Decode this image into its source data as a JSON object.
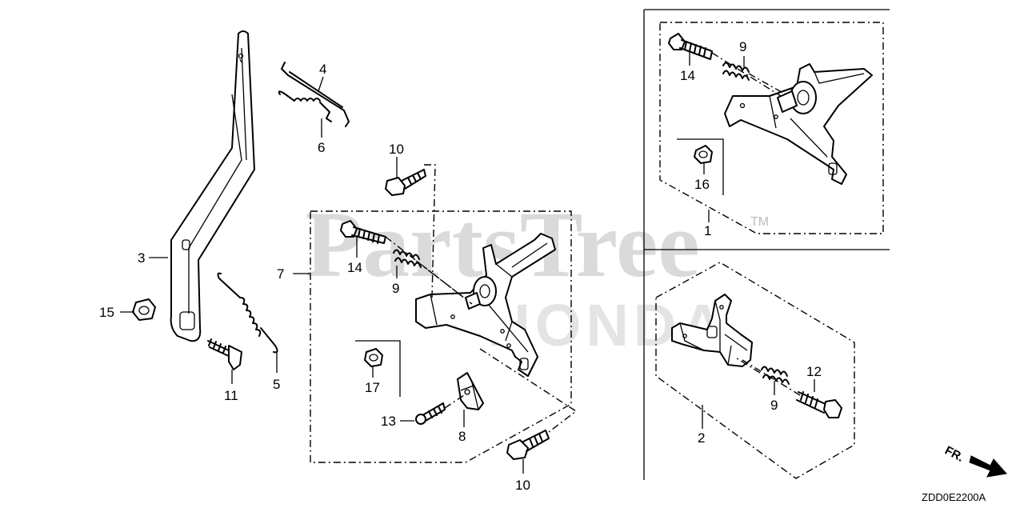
{
  "watermark": {
    "brand": "PartsTree",
    "trademark": "TM",
    "logo": "HONDA"
  },
  "diagram_code": "ZDD0E2200A",
  "front_indicator": "FR.",
  "callouts": {
    "c1": "1",
    "c2": "2",
    "c3": "3",
    "c4": "4",
    "c5": "5",
    "c6": "6",
    "c7": "7",
    "c8": "8",
    "c9a": "9",
    "c9b": "9",
    "c9c": "9",
    "c10a": "10",
    "c10b": "10",
    "c11": "11",
    "c12": "12",
    "c13": "13",
    "c14a": "14",
    "c14b": "14",
    "c15": "15",
    "c16": "16",
    "c17": "17"
  }
}
